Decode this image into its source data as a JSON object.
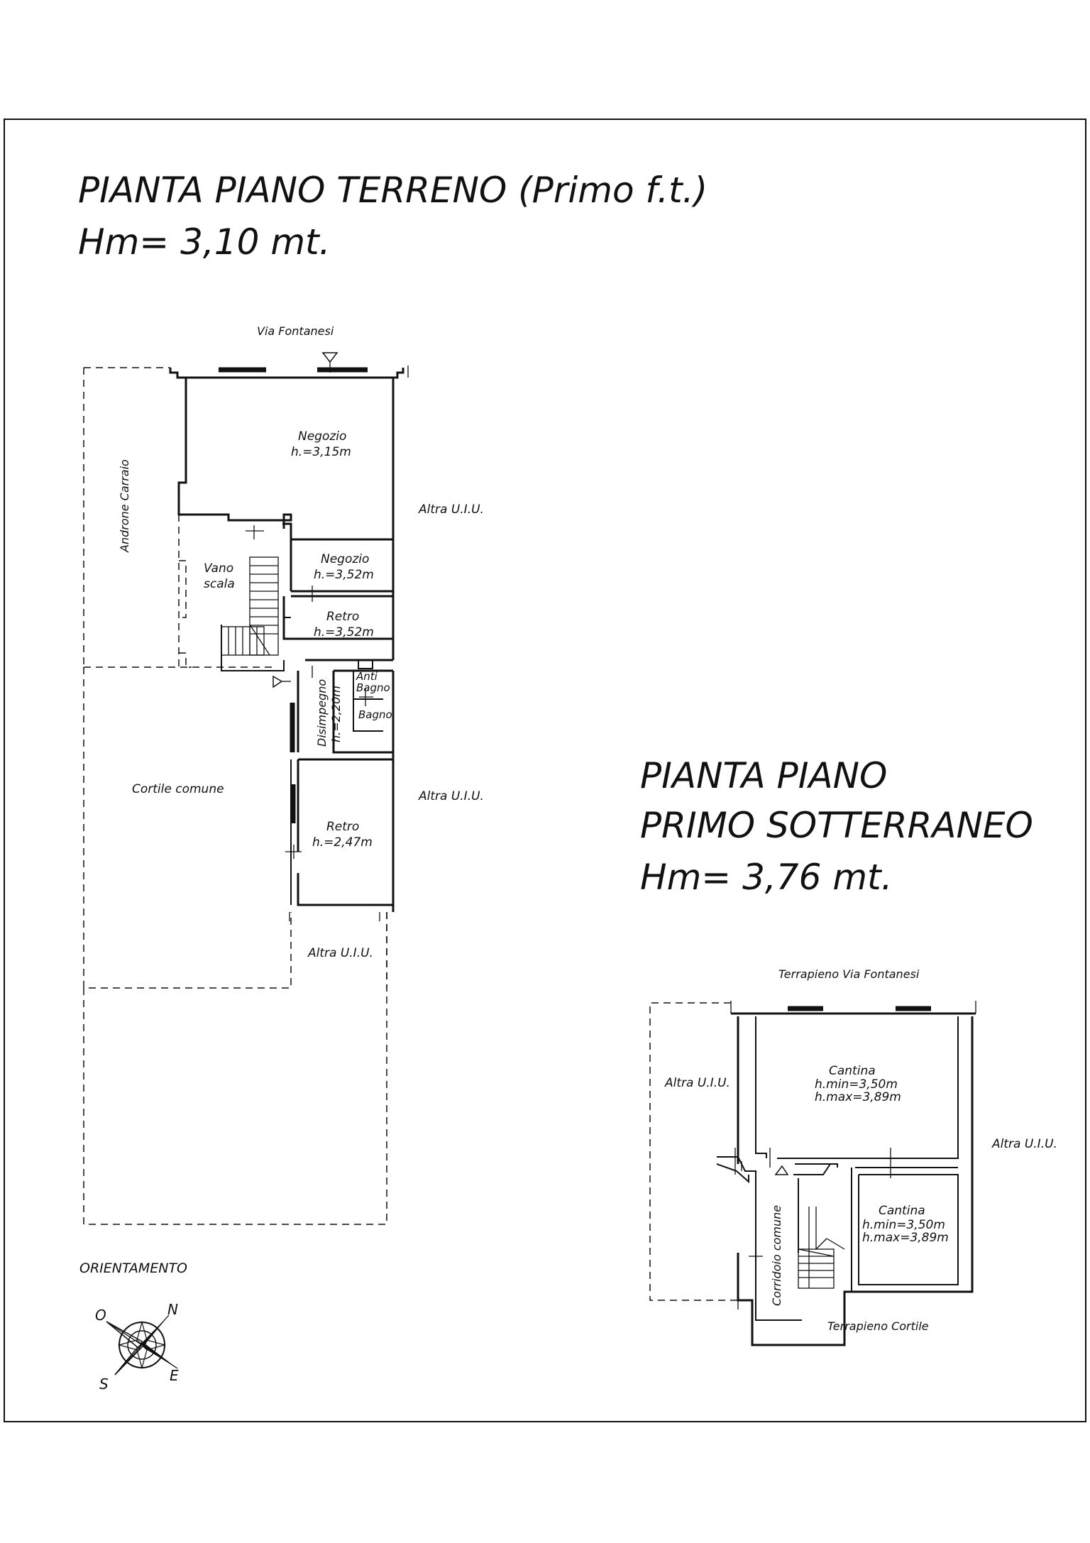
{
  "ground_floor": {
    "title_line1": "PIANTA  PIANO  TERRENO  (Primo  f.t.)",
    "title_line2": "Hm=  3,10  mt.",
    "street": "Via Fontanesi",
    "rooms": {
      "negozio_main_name": "Negozio",
      "negozio_main_height": "h.=3,15m",
      "negozio_small_name": "Negozio",
      "negozio_small_height": "h.=3,52m",
      "vano_scala_line1": "Vano",
      "vano_scala_line2": "scala",
      "retro_upper_name": "Retro",
      "retro_upper_height": "h.=3,52m",
      "anti_bagno_line1": "Anti",
      "anti_bagno_line2": "Bagno",
      "bagno": "Bagno",
      "disimpegno_name": "Disimpegno",
      "disimpegno_height": "h.=2,20m",
      "retro_lower_name": "Retro",
      "retro_lower_height": "h.=2,47m"
    },
    "labels": {
      "androne": "Androne Carraio",
      "cortile": "Cortile comune",
      "altra_1": "Altra  U.I.U.",
      "altra_2": "Altra  U.I.U.",
      "altra_3": "Altra  U.I.U."
    }
  },
  "basement": {
    "title_line1": "PIANTA  PIANO",
    "title_line2": "PRIMO  SOTTERRANEO",
    "title_line3": "Hm=  3,76  mt.",
    "terrapieno_top": "Terrapieno Via Fontanesi",
    "terrapieno_bottom": "Terrapieno Cortile",
    "altra_left": "Altra  U.I.U.",
    "altra_right": "Altra  U.I.U.",
    "corridoio": "Corridoio  comune",
    "cantina_upper": {
      "name": "Cantina",
      "hmin": "h.min=3,50m",
      "hmax": "h.max=3,89m"
    },
    "cantina_lower": {
      "name": "Cantina",
      "hmin": "h.min=3,50m",
      "hmax": "h.max=3,89m"
    }
  },
  "orientation": {
    "label": "ORIENTAMENTO",
    "north": "N",
    "south": "S",
    "east": "E",
    "west": "O"
  }
}
